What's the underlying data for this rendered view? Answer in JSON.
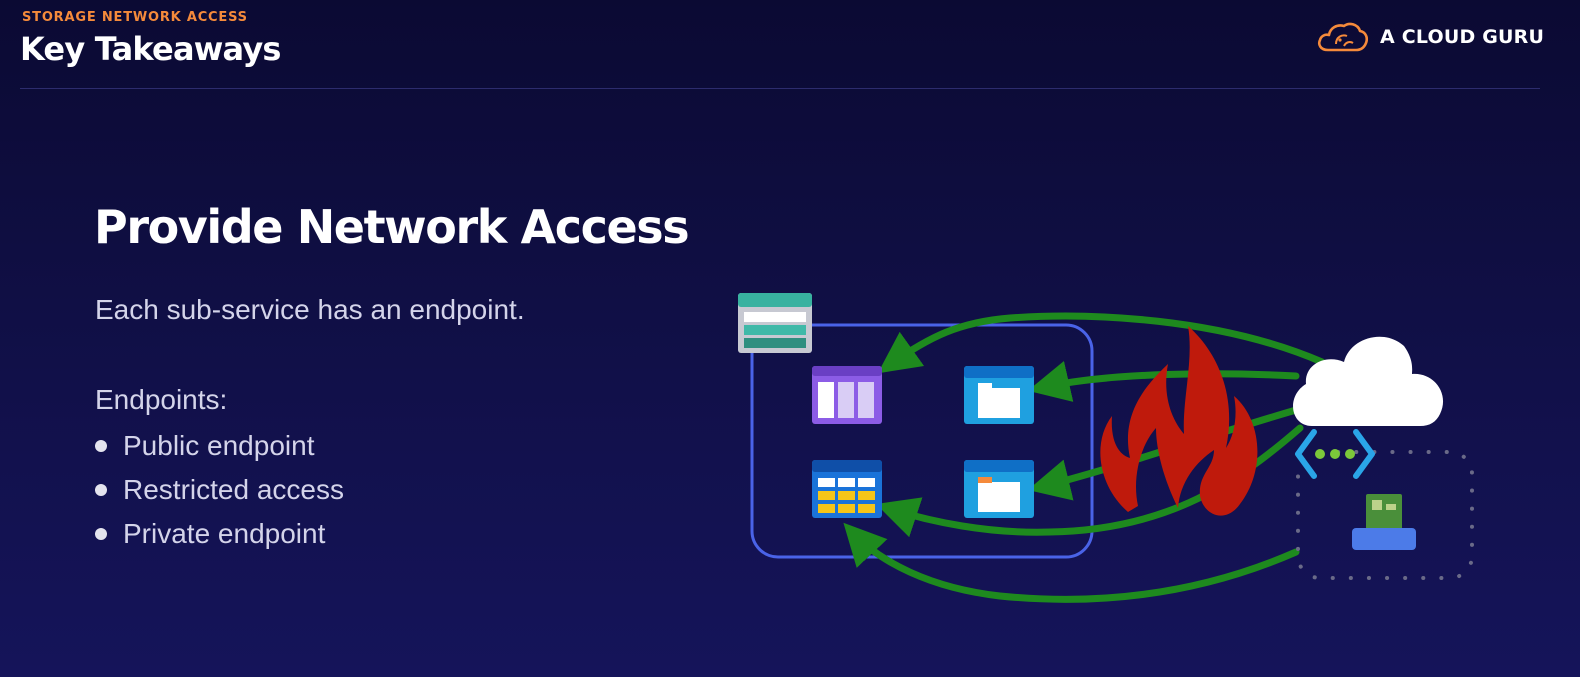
{
  "header": {
    "eyebrow": "STORAGE NETWORK ACCESS",
    "title": "Key Takeaways",
    "brand": "A CLOUD GURU",
    "brand_logo_icon": "cloud-logo-icon",
    "accent_color": "#f58a3b"
  },
  "main": {
    "heading": "Provide Network Access",
    "subtext": "Each sub-service has an endpoint.",
    "list_label": "Endpoints:",
    "items": [
      {
        "label": "Public endpoint"
      },
      {
        "label": "Restricted access"
      },
      {
        "label": "Private endpoint"
      }
    ]
  },
  "diagram": {
    "icons": [
      "storage-account-icon",
      "blob-storage-icon",
      "file-share-icon",
      "table-storage-icon",
      "queue-storage-icon",
      "firewall-icon",
      "cloud-icon",
      "virtual-network-icon",
      "virtual-machine-icon"
    ],
    "arrow_color": "#1e8a1e",
    "firewall_color": "#c01a0a",
    "boundary_color": "#4a63e8"
  }
}
